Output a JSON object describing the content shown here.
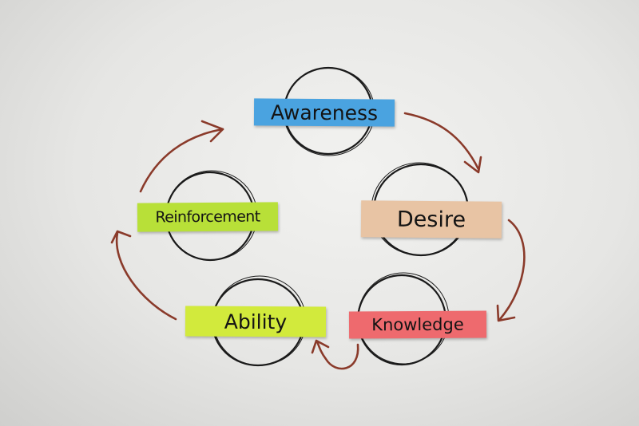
{
  "photo": {
    "subject": "whiteboard cycle with sticky notes",
    "colors": {
      "board": "#e9e9e7",
      "ink_circle": "#1a1a1a",
      "ink_arrow": "#8a3a2a"
    }
  },
  "notes": [
    {
      "id": "awareness",
      "label": "Awareness",
      "color": "#4aa3e0"
    },
    {
      "id": "desire",
      "label": "Desire",
      "color": "#e8c4a4"
    },
    {
      "id": "knowledge",
      "label": "Knowledge",
      "color": "#ee6a6e"
    },
    {
      "id": "ability",
      "label": "Ability",
      "color": "#d2ea3c"
    },
    {
      "id": "reinforcement",
      "label": "Reinforcement",
      "color": "#b8e038"
    }
  ]
}
